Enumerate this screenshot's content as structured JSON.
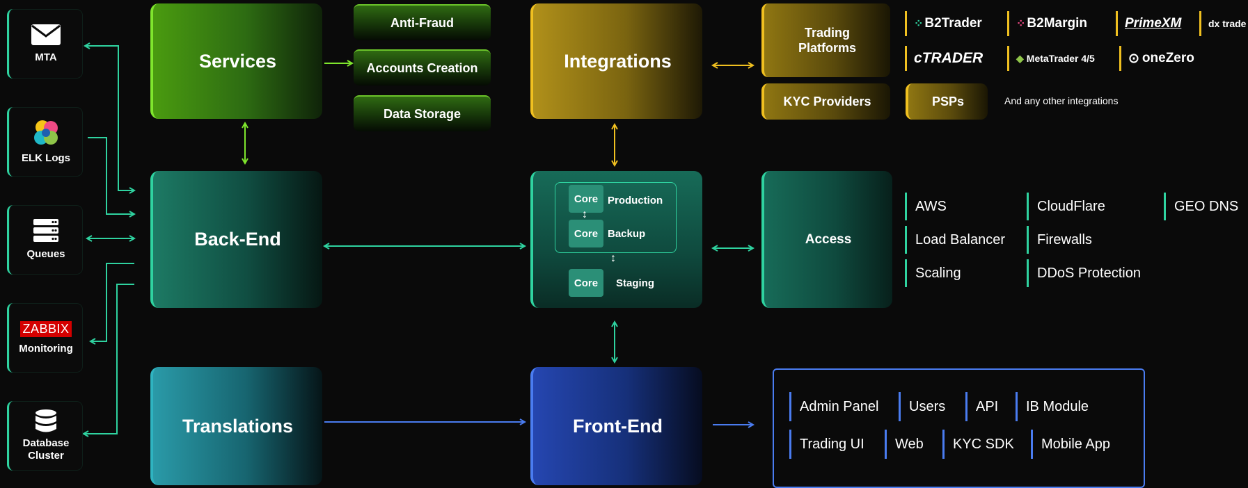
{
  "left_sidebar": {
    "mta": {
      "label": "MTA",
      "icon": "envelope-icon"
    },
    "elk": {
      "label": "ELK Logs",
      "icon": "elk-logo-icon"
    },
    "queues": {
      "label": "Queues",
      "icon": "server-stack-icon"
    },
    "monitoring": {
      "label": "Monitoring",
      "logo_text": "ZABBIX",
      "icon": "zabbix-logo-icon"
    },
    "database": {
      "label": "Database Cluster",
      "icon": "database-icon"
    }
  },
  "services": {
    "title": "Services",
    "items": [
      "Anti-Fraud",
      "Accounts Creation",
      "Data Storage"
    ]
  },
  "backend": {
    "title": "Back-End"
  },
  "translations": {
    "title": "Translations"
  },
  "integrations": {
    "title": "Integrations",
    "trading_platforms": "Trading Platforms",
    "kyc_providers": "KYC Providers",
    "psps": "PSPs",
    "other": "And any other integrations",
    "logos": [
      "B2Trader",
      "B2Margin",
      "PrimeXM",
      "dx trade",
      "cTRADER",
      "MetaTrader 4/5",
      "oneZero"
    ]
  },
  "core": {
    "chip": "Core",
    "production": "Production",
    "backup": "Backup",
    "staging": "Staging"
  },
  "access": {
    "title": "Access",
    "items": [
      "AWS",
      "CloudFlare",
      "GEO DNS",
      "Load Balancer",
      "Firewalls",
      "Scaling",
      "DDoS Protection"
    ]
  },
  "frontend": {
    "title": "Front-End",
    "items": [
      "Admin Panel",
      "Users",
      "API",
      "IB Module",
      "Trading UI",
      "Web",
      "KYC SDK",
      "Mobile App"
    ]
  },
  "colors": {
    "teal": "#2fd3a0",
    "green": "#7fe62d",
    "yellow": "#f0c020",
    "blue": "#4a7cf0",
    "background": "#0a0a0a"
  }
}
